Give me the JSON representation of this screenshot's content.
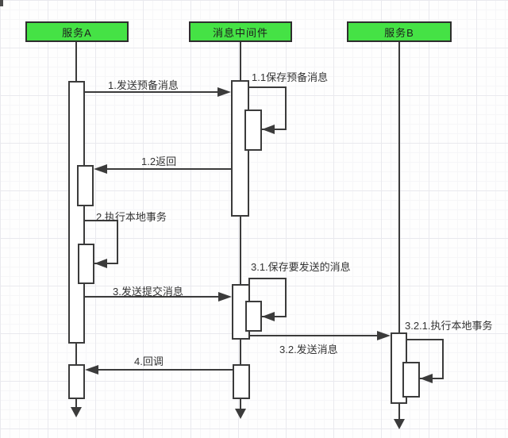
{
  "diagram": {
    "type": "sequence-diagram",
    "actors": [
      {
        "label": "服务A"
      },
      {
        "label": "消息中间件"
      },
      {
        "label": "服务B"
      }
    ],
    "messages": [
      {
        "label": "1.发送预备消息",
        "from": "服务A",
        "to": "消息中间件",
        "kind": "call"
      },
      {
        "label": "1.1保存预备消息",
        "from": "消息中间件",
        "to": "消息中间件",
        "kind": "self"
      },
      {
        "label": "1.2返回",
        "from": "消息中间件",
        "to": "服务A",
        "kind": "return"
      },
      {
        "label": "2.执行本地事务",
        "from": "服务A",
        "to": "服务A",
        "kind": "self"
      },
      {
        "label": "3.发送提交消息",
        "from": "服务A",
        "to": "消息中间件",
        "kind": "call"
      },
      {
        "label": "3.1.保存要发送的消息",
        "from": "消息中间件",
        "to": "消息中间件",
        "kind": "self"
      },
      {
        "label": "3.2.发送消息",
        "from": "消息中间件",
        "to": "服务B",
        "kind": "call"
      },
      {
        "label": "3.2.1.执行本地事务",
        "from": "服务B",
        "to": "服务B",
        "kind": "self"
      },
      {
        "label": "4.回调",
        "from": "消息中间件",
        "to": "服务A",
        "kind": "call"
      }
    ],
    "colors": {
      "actor_fill": "#45e245",
      "stroke": "#3b3b3b",
      "label_text": "#333333",
      "bar_fill": "#ffffff"
    }
  }
}
